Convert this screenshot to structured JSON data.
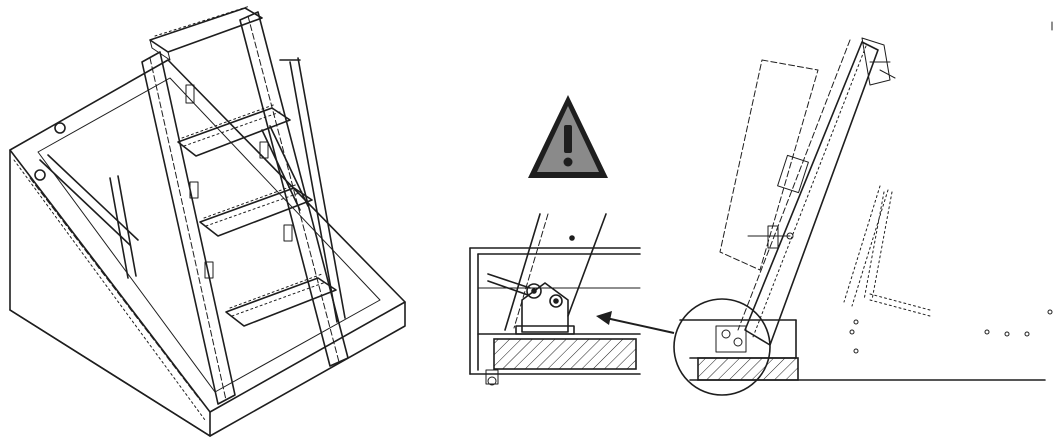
{
  "figure": {
    "panels": [
      {
        "id": "ladder-isometric",
        "description_hidden": true
      },
      {
        "id": "hinge-detail"
      },
      {
        "id": "ladder-side-view"
      }
    ],
    "warning_symbol": {
      "icon": "warning-triangle-icon",
      "fill_color": "#8a8a8a",
      "glyph": "!"
    },
    "colors": {
      "line": "#1e1e1e",
      "background": "#ffffff",
      "warning_gray": "#8a8a8a"
    }
  }
}
